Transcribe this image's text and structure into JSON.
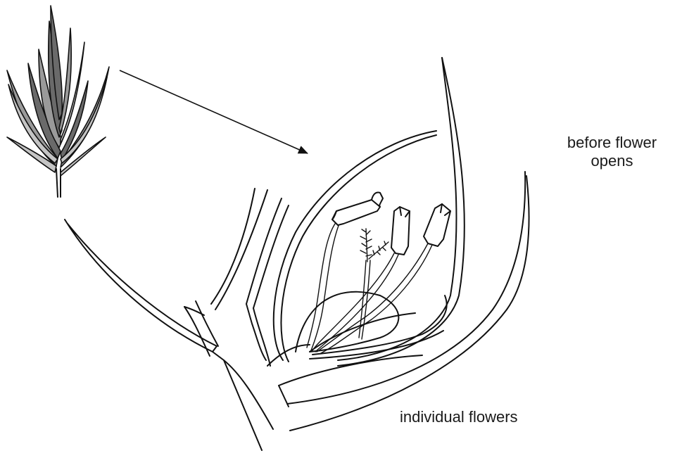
{
  "labels": {
    "before_flower_opens_line1": "before flower",
    "before_flower_opens_line2": "opens",
    "individual_flowers": "individual flowers"
  },
  "colors": {
    "ink": "#111111",
    "spikelet_dark": "#6a6a6a",
    "spikelet_mid": "#9a9a9a",
    "spikelet_light": "#c4c4c4",
    "background": "#ffffff"
  }
}
